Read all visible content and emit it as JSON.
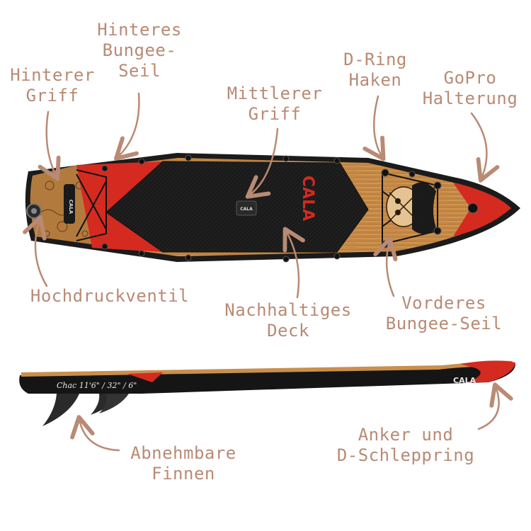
{
  "labels": {
    "rear_handle": "Hinterer\nGriff",
    "rear_bungee": "Hinteres\nBungee-\nSeil",
    "middle_handle": "Mittlerer\nGriff",
    "d_ring": "D-Ring\nHaken",
    "gopro": "GoPro\nHalterung",
    "valve": "Hochdruckventil",
    "deck": "Nachhaltiges\nDeck",
    "front_bungee": "Vorderes\nBungee-Seil",
    "fins": "Abnehmbare\nFinnen",
    "anchor": "Anker und\nD-Schleppring"
  },
  "board": {
    "brand_logo": "CALA",
    "model_spec": "Chac 11'6\" / 32\" / 6\"",
    "handle_logo": "CALA"
  },
  "colors": {
    "label": "#b98a74",
    "wood": "#c98f4c",
    "deck": "#1c1c1c",
    "accent_red": "#d42a20",
    "rail": "#222222"
  },
  "icons": [
    "arrow-icon"
  ]
}
